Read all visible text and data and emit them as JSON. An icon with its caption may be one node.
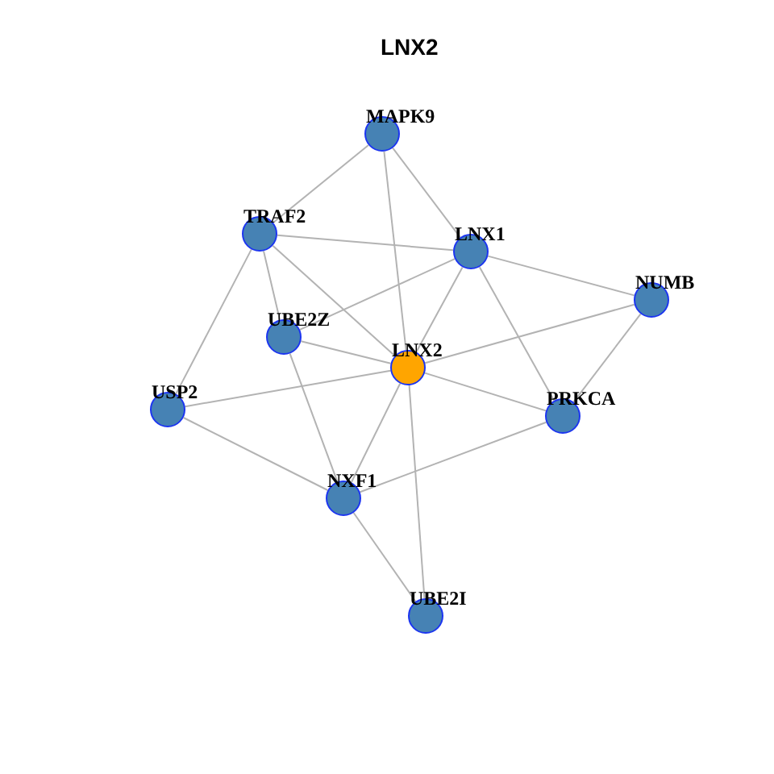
{
  "diagram": {
    "title": "LNX2",
    "nodes": [
      {
        "text": [
          "MAPK9"
        ]
      },
      {
        "text": [
          "TRAF2"
        ]
      },
      {
        "text": [
          "LNX1"
        ]
      },
      {
        "text": [
          "NUMB"
        ]
      },
      {
        "text": [
          "UBE2Z"
        ]
      },
      {
        "text": [
          "LNX2"
        ]
      },
      {
        "text": [
          "USP2"
        ]
      },
      {
        "text": [
          "PRKCA"
        ]
      },
      {
        "text": [
          "NXF1"
        ]
      },
      {
        "text": [
          "UBE2I"
        ]
      }
    ],
    "edges": [
      {
        "from": 0,
        "to": 1,
        "arrow": "none"
      },
      {
        "from": 0,
        "to": 2,
        "arrow": "none"
      },
      {
        "from": 0,
        "to": 5,
        "arrow": "none"
      },
      {
        "from": 1,
        "to": 2,
        "arrow": "none"
      },
      {
        "from": 1,
        "to": 4,
        "arrow": "none"
      },
      {
        "from": 1,
        "to": 5,
        "arrow": "none"
      },
      {
        "from": 1,
        "to": 6,
        "arrow": "none"
      },
      {
        "from": 2,
        "to": 4,
        "arrow": "none"
      },
      {
        "from": 2,
        "to": 3,
        "arrow": "none"
      },
      {
        "from": 2,
        "to": 5,
        "arrow": "none"
      },
      {
        "from": 2,
        "to": 7,
        "arrow": "none"
      },
      {
        "from": 4,
        "to": 5,
        "arrow": "none"
      },
      {
        "from": 4,
        "to": 8,
        "arrow": "none"
      },
      {
        "from": 5,
        "to": 6,
        "arrow": "none"
      },
      {
        "from": 5,
        "to": 3,
        "arrow": "none"
      },
      {
        "from": 5,
        "to": 7,
        "arrow": "none"
      },
      {
        "from": 5,
        "to": 8,
        "arrow": "none"
      },
      {
        "from": 5,
        "to": 9,
        "arrow": "none"
      },
      {
        "from": 3,
        "to": 7,
        "arrow": "none"
      },
      {
        "from": 6,
        "to": 8,
        "arrow": "none"
      },
      {
        "from": 8,
        "to": 7,
        "arrow": "none"
      },
      {
        "from": 8,
        "to": 9,
        "arrow": "none"
      }
    ]
  }
}
